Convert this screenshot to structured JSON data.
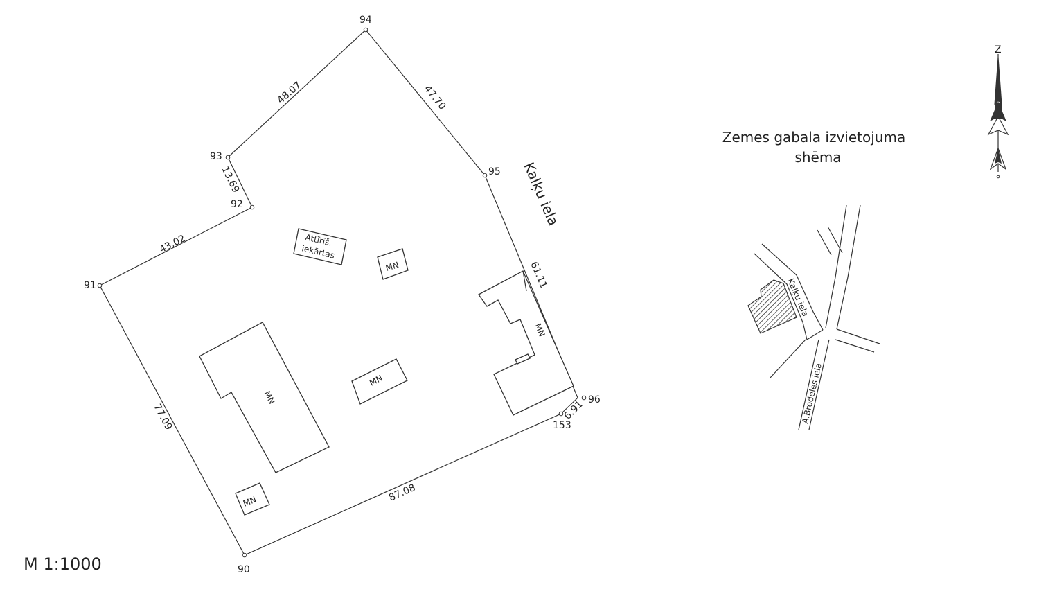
{
  "plan": {
    "scale_label": "M 1:1000",
    "street_label": "Kalķu iela",
    "points": [
      {
        "id": "94"
      },
      {
        "id": "95"
      },
      {
        "id": "93"
      },
      {
        "id": "92"
      },
      {
        "id": "91"
      },
      {
        "id": "96"
      },
      {
        "id": "153"
      },
      {
        "id": "90"
      }
    ],
    "segments": [
      {
        "length": "48.07"
      },
      {
        "length": "47.70"
      },
      {
        "length": "13.69"
      },
      {
        "length": "43.02"
      },
      {
        "length": "61.11"
      },
      {
        "length": "6.91"
      },
      {
        "length": "77.09"
      },
      {
        "length": "87.08"
      }
    ],
    "buildings": [
      {
        "label": "MN"
      },
      {
        "label": "MN"
      },
      {
        "label": "MN"
      },
      {
        "label": "MN"
      },
      {
        "label": "MN"
      }
    ],
    "facility_label_line1": "Attīrīš.",
    "facility_label_line2": "iekārtas"
  },
  "location_scheme": {
    "title_line1": "Zemes gabala izvietojuma",
    "title_line2": "shēma",
    "street_kalku": "Kalķu iela",
    "street_brodeles": "A.Brodeles iela"
  },
  "north_arrow": {
    "label": "Z",
    "icon": "north-arrow-icon"
  }
}
